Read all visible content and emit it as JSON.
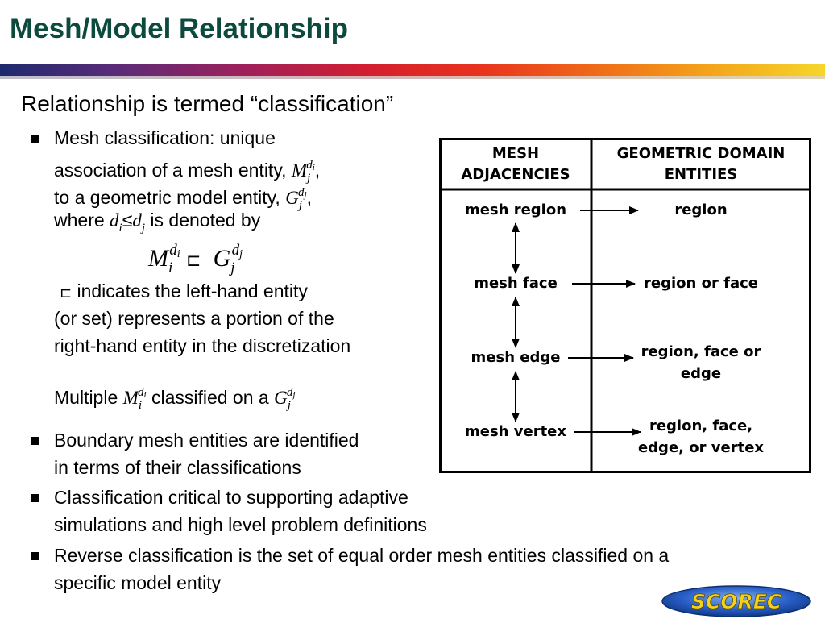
{
  "title": "Mesh/Model Relationship",
  "subtitle": "Relationship is termed “classification”",
  "bullet1": {
    "line1": "Mesh classification: unique",
    "line2_pre": "association of a mesh entity, ",
    "line3_pre": "to a geometric model entity, ",
    "line4_pre": "where ",
    "line4_post": " is denoted by",
    "desc1": " indicates the left-hand entity",
    "desc2": "(or set) represents a portion of the",
    "desc3": "right-hand entity in the discretization",
    "multiple_pre": "Multiple ",
    "multiple_mid": " classified on a "
  },
  "math": {
    "M": "M",
    "G": "G",
    "d": "d",
    "i": "i",
    "j": "j",
    "comma": ",",
    "leq": "≤",
    "subset_sym": "⊏"
  },
  "bullet2": {
    "line1": "Boundary mesh entities are identified",
    "line2": "in terms of their classifications"
  },
  "bullet3": {
    "line1": "Classification critical to supporting adaptive",
    "line2": "simulations and high level problem definitions"
  },
  "bullet4": {
    "line1": "Reverse classification is the set of equal order mesh entities classified on a",
    "line2": "specific model entity"
  },
  "diagram": {
    "header_left_1": "MESH",
    "header_left_2": "ADJACENCIES",
    "header_right_1": "GEOMETRIC DOMAIN",
    "header_right_2": "ENTITIES",
    "rows": [
      {
        "mesh": "mesh region",
        "geom_1": "region",
        "geom_2": ""
      },
      {
        "mesh": "mesh face",
        "geom_1": "region or face",
        "geom_2": ""
      },
      {
        "mesh": "mesh edge",
        "geom_1": "region, face or",
        "geom_2": "edge"
      },
      {
        "mesh": "mesh vertex",
        "geom_1": "region, face,",
        "geom_2": "edge, or vertex"
      }
    ]
  },
  "logo": {
    "text": "SCOREC"
  },
  "colors": {
    "title": "#0b4a3c",
    "logo_blue": "#2a5fc8",
    "logo_yellow": "#f4d21c"
  }
}
